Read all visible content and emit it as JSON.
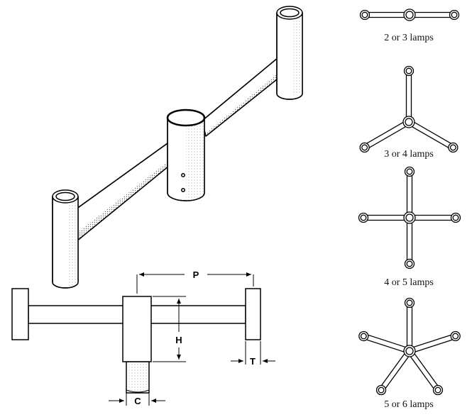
{
  "dimensions": {
    "p_label": "P",
    "h_label": "H",
    "t_label": "T",
    "c_label": "C"
  },
  "configurations": [
    {
      "caption": "2 or 3 lamps",
      "arms": 2
    },
    {
      "caption": "3 or 4 lamps",
      "arms": 3
    },
    {
      "caption": "4 or 5 lamps",
      "arms": 4
    },
    {
      "caption": "5 or 6 lamps",
      "arms": 5
    }
  ]
}
